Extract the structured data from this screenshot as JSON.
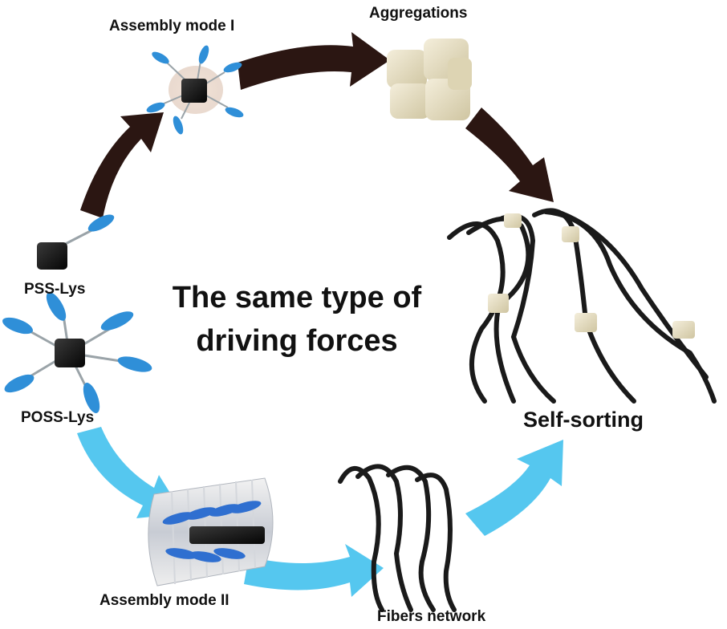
{
  "labels": {
    "assembly_mode_1": "Assembly mode I",
    "aggregations": "Aggregations",
    "pss_lys": "PSS-Lys",
    "poss_lys": "POSS-Lys",
    "assembly_mode_2": "Assembly mode II",
    "fibers_network": "Fibers network",
    "self_sorting": "Self-sorting"
  },
  "center_text": {
    "line1": "The same type of",
    "line2": "driving forces"
  },
  "colors": {
    "dark_arrow": "#2b1612",
    "light_arrow": "#55c7ef",
    "ellipse_blue": "#2f8fd8",
    "fiber": "#1a1a1a",
    "aggregate": "#e8e0c4",
    "cube": "#111111"
  }
}
